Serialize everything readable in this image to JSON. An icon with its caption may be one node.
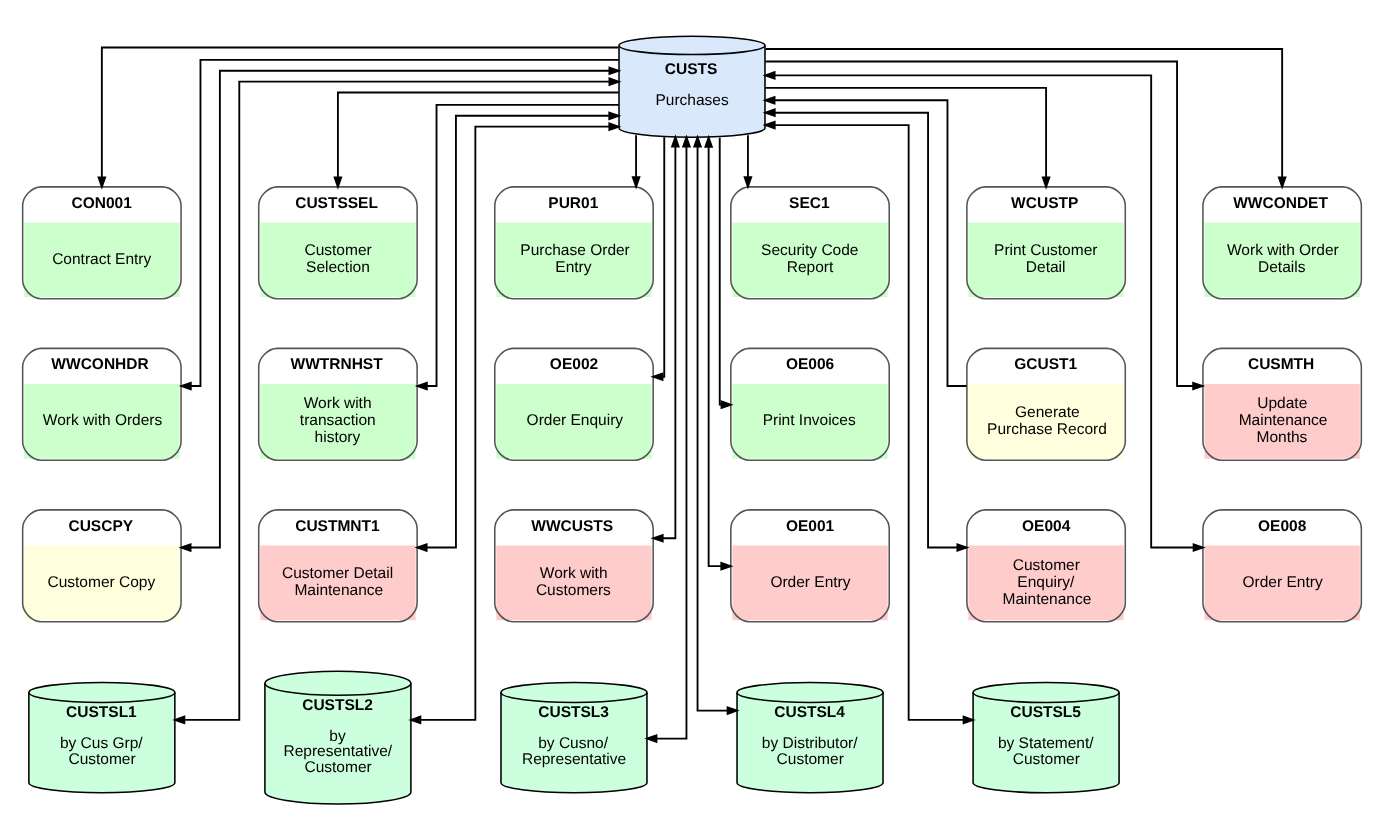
{
  "diagram": {
    "nodes": [
      {
        "text": [
          "CUSTS",
          "Purchases"
        ]
      },
      {
        "text": [
          "CON001",
          "Contract Entry"
        ]
      },
      {
        "text": [
          "CUSTSSEL",
          "Customer Selection"
        ]
      },
      {
        "text": [
          "PUR01",
          "Purchase Order Entry"
        ]
      },
      {
        "text": [
          "SEC1",
          "Security Code Report"
        ]
      },
      {
        "text": [
          "WCUSTP",
          "Print Customer Detail"
        ]
      },
      {
        "text": [
          "WWCONDET",
          "Work with Order Details"
        ]
      },
      {
        "text": [
          "WWCONHDR",
          "Work with Orders"
        ]
      },
      {
        "text": [
          "WWTRNHST",
          "Work with transaction history"
        ]
      },
      {
        "text": [
          "OE002",
          "Order Enquiry"
        ]
      },
      {
        "text": [
          "OE006",
          "Print Invoices"
        ]
      },
      {
        "text": [
          "GCUST1",
          "Generate Purchase Record"
        ]
      },
      {
        "text": [
          "CUSMTH",
          "Update Maintenance Months"
        ]
      },
      {
        "text": [
          "CUSCPY",
          "Customer Copy"
        ]
      },
      {
        "text": [
          "CUSTMNT1",
          "Customer Detail Maintenance"
        ]
      },
      {
        "text": [
          "WWCUSTS",
          "Work with Customers"
        ]
      },
      {
        "text": [
          "OE001",
          "Order Entry"
        ]
      },
      {
        "text": [
          "OE004",
          "Customer Enquiry/ Maintenance"
        ]
      },
      {
        "text": [
          "OE008",
          "Order Entry"
        ]
      },
      {
        "text": [
          "CUSTSL1",
          "by Cus Grp/ Customer"
        ]
      },
      {
        "text": [
          "CUSTSL2",
          "by Representative/ Customer"
        ]
      },
      {
        "text": [
          "CUSTSL3",
          "by Cusno/ Representative"
        ]
      },
      {
        "text": [
          "CUSTSL4",
          "by Distributor/ Customer"
        ]
      },
      {
        "text": [
          "CUSTSL5",
          "by Statement/ Customer"
        ]
      }
    ],
    "edges": [
      {
        "from": 0,
        "to": 1,
        "arrow": "to"
      },
      {
        "from": 0,
        "to": 2,
        "arrow": "to"
      },
      {
        "from": 0,
        "to": 3,
        "arrow": "to"
      },
      {
        "from": 0,
        "to": 4,
        "arrow": "to"
      },
      {
        "from": 0,
        "to": 5,
        "arrow": "to"
      },
      {
        "from": 0,
        "to": 6,
        "arrow": "to"
      },
      {
        "from": 0,
        "to": 7,
        "arrow": "to"
      },
      {
        "from": 0,
        "to": 8,
        "arrow": "to"
      },
      {
        "from": 0,
        "to": 9,
        "arrow": "to"
      },
      {
        "from": 0,
        "to": 10,
        "arrow": "to"
      },
      {
        "from": 11,
        "to": 0,
        "arrow": "to"
      },
      {
        "from": 0,
        "to": 12,
        "arrow": "to"
      },
      {
        "from": 0,
        "to": 13,
        "arrow": "both"
      },
      {
        "from": 0,
        "to": 14,
        "arrow": "both"
      },
      {
        "from": 0,
        "to": 15,
        "arrow": "both"
      },
      {
        "from": 0,
        "to": 16,
        "arrow": "both"
      },
      {
        "from": 0,
        "to": 17,
        "arrow": "both"
      },
      {
        "from": 0,
        "to": 18,
        "arrow": "both"
      },
      {
        "from": 0,
        "to": 19,
        "arrow": "both"
      },
      {
        "from": 0,
        "to": 20,
        "arrow": "both"
      },
      {
        "from": 0,
        "to": 21,
        "arrow": "both"
      },
      {
        "from": 0,
        "to": 22,
        "arrow": "both"
      },
      {
        "from": 0,
        "to": 23,
        "arrow": "both"
      }
    ]
  }
}
